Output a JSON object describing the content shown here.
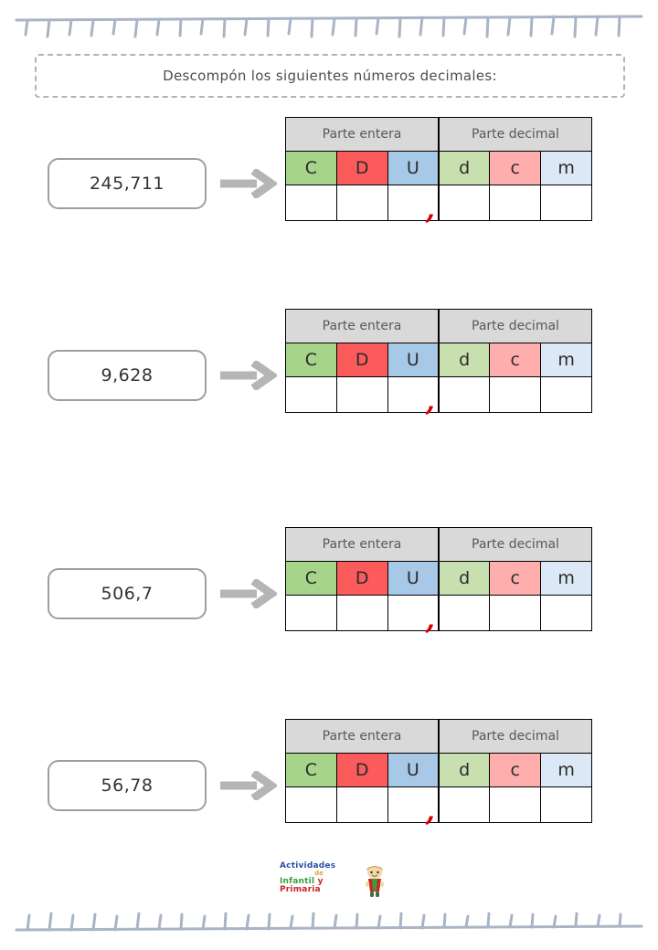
{
  "worksheet": {
    "instruction": "Descompón los siguientes números decimales:",
    "table_headers": {
      "integer_part": "Parte entera",
      "decimal_part": "Parte decimal"
    },
    "column_letters": [
      "C",
      "D",
      "U",
      "d",
      "c",
      "m"
    ],
    "decimal_separator": ",",
    "colors": {
      "hundreds": "#a5d48a",
      "tens": "#fc5b5b",
      "units": "#a8c8e8",
      "tenths": "#c8e0b0",
      "hundredths": "#ffaeae",
      "thousandths": "#dce8f5",
      "header_gray": "#d9d9d9",
      "comma_red": "#d40000",
      "border_gray": "#9e9e9e",
      "comb_blue": "#a9b4c4"
    },
    "exercises": [
      {
        "number": "245,711"
      },
      {
        "number": "9,628"
      },
      {
        "number": "506,7"
      },
      {
        "number": "56,78"
      }
    ]
  },
  "footer": {
    "logo_line1": "Actividades",
    "logo_line2": "de",
    "logo_infantil": "Infantil",
    "logo_y": "y",
    "logo_primaria": "Primaria"
  }
}
